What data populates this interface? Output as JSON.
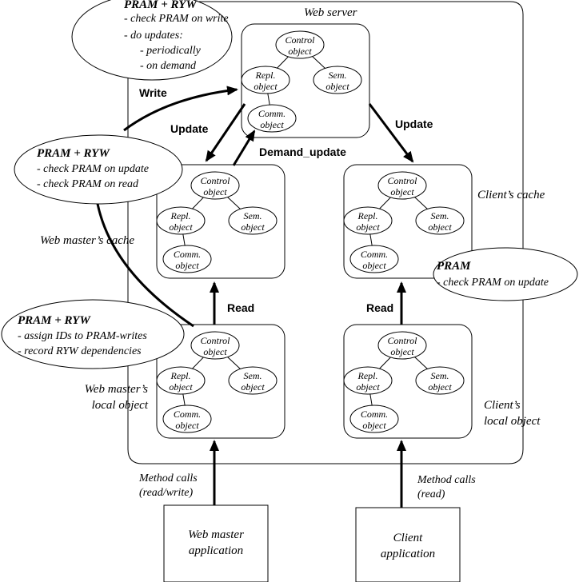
{
  "node_labels": {
    "control": [
      "Control",
      "object"
    ],
    "repl": [
      "Repl.",
      "object"
    ],
    "sem": [
      "Sem.",
      "object"
    ],
    "comm": [
      "Comm.",
      "object"
    ]
  },
  "regions": {
    "web_server": "Web server",
    "client_cache": "Client’s cache",
    "web_master_cache": "Web master’s cache",
    "web_master_local": [
      "Web master’s",
      "local object"
    ],
    "client_local": [
      "Client’s",
      "local object"
    ]
  },
  "notes": {
    "server": {
      "title": "PRAM + RYW",
      "lines": [
        "- check PRAM on write",
        "- do updates:",
        "- periodically",
        "- on demand"
      ]
    },
    "web_master_cache": {
      "title": "PRAM + RYW",
      "lines": [
        "- check PRAM on update",
        "- check PRAM on read"
      ]
    },
    "web_master_local": {
      "title": "PRAM + RYW",
      "lines": [
        "- assign IDs to PRAM-writes",
        "- record RYW dependencies"
      ]
    },
    "client_cache": {
      "title": "PRAM",
      "lines": [
        "- check PRAM on update"
      ]
    }
  },
  "arrows": {
    "write": "Write",
    "update_left": "Update",
    "demand_update": "Demand_update",
    "update_right": "Update",
    "read_left": "Read",
    "read_right": "Read"
  },
  "method_calls": {
    "web_master": [
      "Method calls",
      "(read/write)"
    ],
    "client": [
      "Method calls",
      "(read)"
    ]
  },
  "applications": {
    "web_master": [
      "Web master",
      "application"
    ],
    "client": [
      "Client",
      "application"
    ]
  }
}
